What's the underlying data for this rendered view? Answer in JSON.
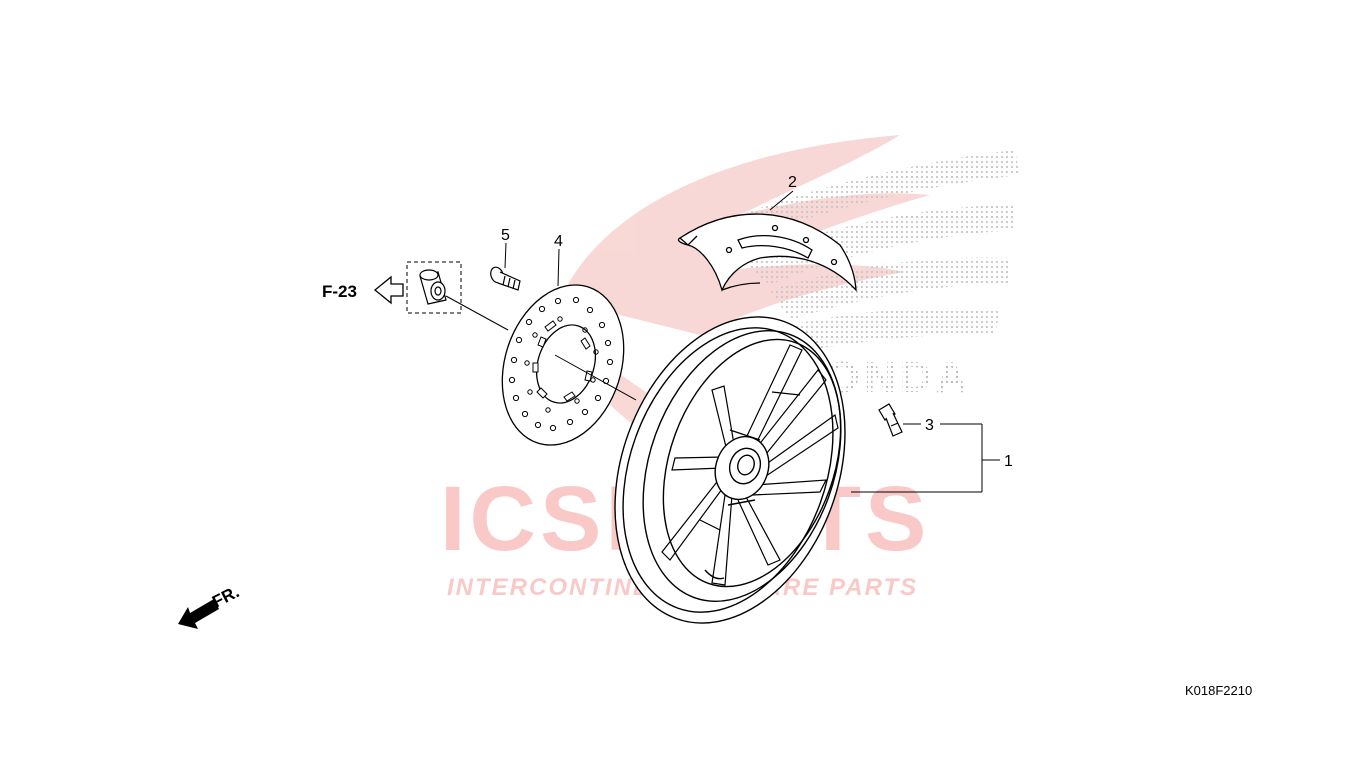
{
  "diagram": {
    "callouts": {
      "p1": "1",
      "p2": "2",
      "p3": "3",
      "p4": "4",
      "p5": "5"
    },
    "reference_label": "F-23",
    "direction_label": "FR.",
    "drawing_code": "K018F2210"
  },
  "watermark": {
    "brand": "HONDA",
    "logo_text": "ICSPARTS",
    "tagline": "INTERCONTINENTAL SPARE PARTS",
    "red": "#e8413a",
    "gray": "#9a9a9a"
  }
}
